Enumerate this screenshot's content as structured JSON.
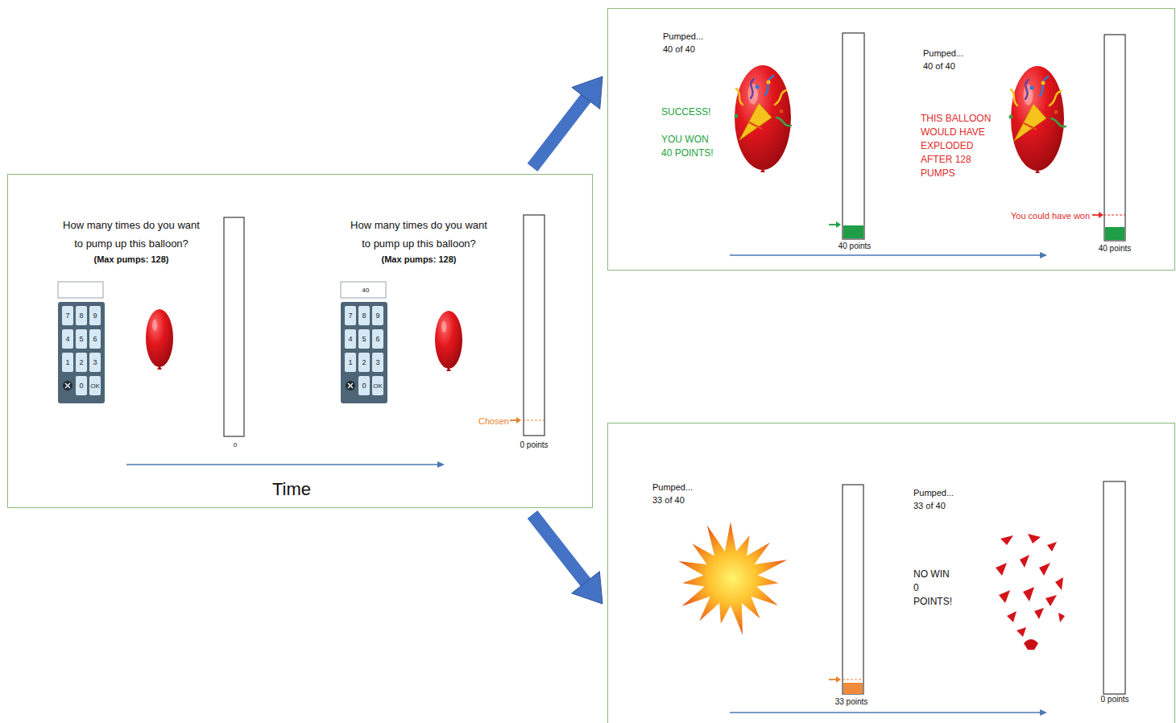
{
  "diagram": {
    "nodes": [
      {
        "text": [
          "How many times do you want to pump up this balloon?",
          "(Max pumps: 128)",
          "0",
          "How many times do you want to pump up this balloon?",
          "(Max pumps: 128)",
          "40",
          "Chosen",
          "0 points",
          "Time"
        ]
      },
      {
        "text": [
          "Pumped... 40 of 40",
          "SUCCESS!",
          "YOU WON 40 POINTS!",
          "40 points",
          "Pumped... 40 of 40",
          "THIS BALLOON WOULD HAVE EXPLODED AFTER 128 PUMPS",
          "You could have won",
          "40 points"
        ]
      },
      {
        "text": [
          "Pumped... 33 of 40",
          "33 points",
          "Pumped... 33 of 40",
          "NO WIN 0 POINTS!",
          "0 points"
        ]
      }
    ],
    "edges": [
      {
        "from": 0,
        "to": 1,
        "arrow": "to"
      },
      {
        "from": 0,
        "to": 2,
        "arrow": "to"
      }
    ],
    "labels": [
      "7",
      "8",
      "9",
      "4",
      "5",
      "6",
      "1",
      "2",
      "3",
      "0",
      "OK",
      "7",
      "8",
      "9",
      "4",
      "5",
      "6",
      "1",
      "2",
      "3",
      "0",
      "OK"
    ]
  }
}
